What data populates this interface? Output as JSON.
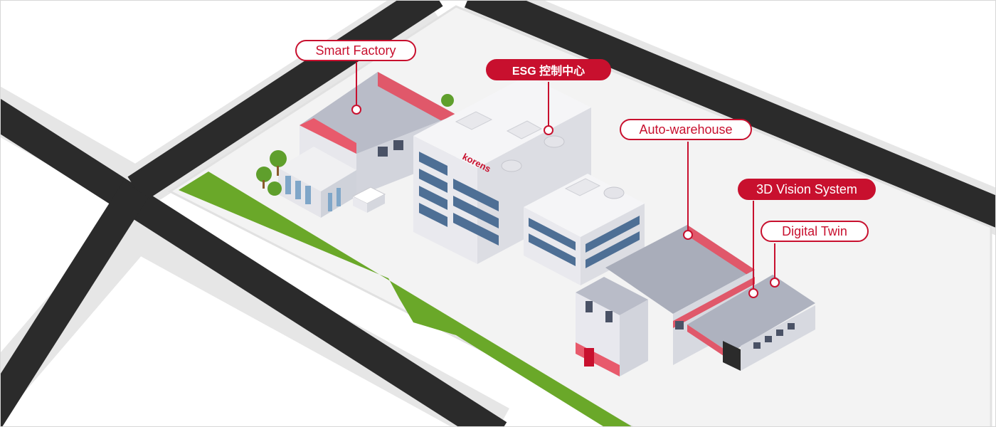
{
  "hotspots": [
    {
      "id": "smart-factory",
      "label": "Smart Factory",
      "style": "outline"
    },
    {
      "id": "esg",
      "label": "ESG 控制中心",
      "style": "filled"
    },
    {
      "id": "auto-warehouse",
      "label": "Auto-warehouse",
      "style": "outline"
    },
    {
      "id": "3d-vision",
      "label": "3D Vision System",
      "style": "filled"
    },
    {
      "id": "digital-twin",
      "label": "Digital Twin",
      "style": "outline"
    }
  ],
  "building_sign": "korens",
  "colors": {
    "accent_red": "#c8102e",
    "road": "#2b2b2b",
    "grass": "#6aa829",
    "roof": "#a5aab8",
    "facade": "#f2f2f4"
  }
}
